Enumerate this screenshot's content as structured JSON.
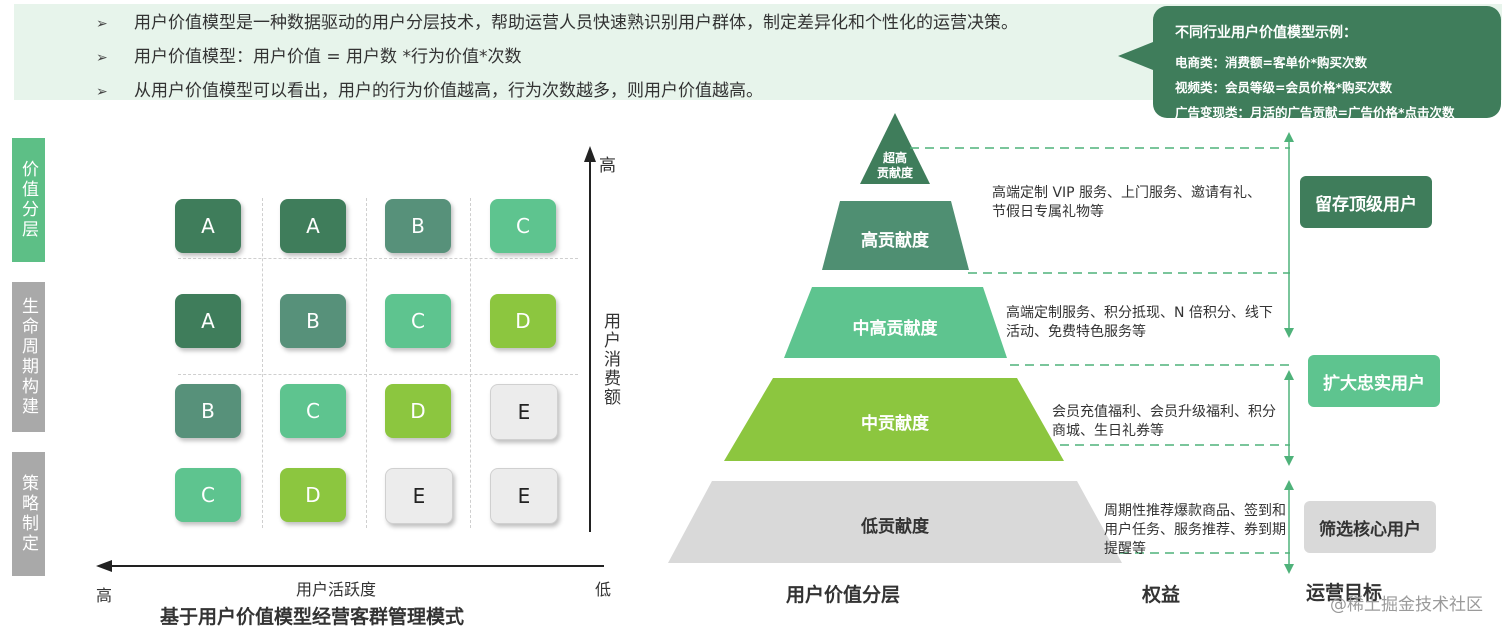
{
  "intro": {
    "bullet_symbol": "➢",
    "lines": [
      "用户价值模型是一种数据驱动的用户分层技术，帮助运营人员快速熟识别用户群体，制定差异化和个性化的运营决策。",
      "用户价值模型：用户价值 = 用户数 *行为价值*次数",
      "从用户价值模型可以看出，用户的行为价值越高，行为次数越多，则用户价值越高。"
    ]
  },
  "bubble": {
    "title": "不同行业用户价值模型示例：",
    "lines": [
      "电商类：消费额=客单价*购买次数",
      "视频类：会员等级=会员价格*购买次数",
      "广告变现类：月活的广告贡献=广告价格*点击次数"
    ]
  },
  "side_tags": [
    {
      "label": "价值分层",
      "color": "#5dbf86"
    },
    {
      "label": "生命周期构建",
      "color": "#a9a9a9"
    },
    {
      "label": "策略制定",
      "color": "#a9a9a9"
    }
  ],
  "matrix": {
    "rows": [
      [
        "A",
        "A",
        "B",
        "C"
      ],
      [
        "A",
        "B",
        "C",
        "D"
      ],
      [
        "B",
        "C",
        "D",
        "E"
      ],
      [
        "C",
        "D",
        "E",
        "E"
      ]
    ],
    "grade_colors": {
      "A": "#3f7d5b",
      "B": "#57917a",
      "C": "#5ec48f",
      "D": "#8cc63f",
      "E": "#ececec"
    },
    "y_axis": {
      "high": "高",
      "label": "用户消费额"
    },
    "x_axis": {
      "high": "高",
      "low": "低",
      "label": "用户活跃度"
    },
    "title": "基于用户价值模型经营客群管理模式"
  },
  "pyramid": {
    "tiers": [
      {
        "label_line1": "超高",
        "label_line2": "贡献度",
        "color": "#3f7d5b"
      },
      {
        "label": "高贡献度",
        "color": "#4f8f72"
      },
      {
        "label": "中高贡献度",
        "color": "#5ec48f"
      },
      {
        "label": "中贡献度",
        "color": "#8cc63f"
      },
      {
        "label": "低贡献度",
        "color": "#d9d9d9"
      }
    ],
    "benefits": [
      "高端定制 VIP 服务、上门服务、邀请有礼、节假日专属礼物等",
      "高端定制服务、积分抵现、N 倍积分、线下活动、免费特色服务等",
      "会员充值福利、会员升级福利、积分商城、生日礼券等",
      "周期性推荐爆款商品、签到和用户任务、服务推荐、券到期提醒等"
    ],
    "goals": [
      {
        "label": "留存顶级用户",
        "color": "#3f7d5b"
      },
      {
        "label": "扩大忠实用户",
        "color": "#5ec48f"
      },
      {
        "label": "筛选核心用户",
        "color": "#d9d9d9",
        "text_color": "#333333"
      }
    ],
    "column_titles": [
      "用户价值分层",
      "权益",
      "运营目标"
    ]
  },
  "watermark": "@稀土掘金技术社区"
}
